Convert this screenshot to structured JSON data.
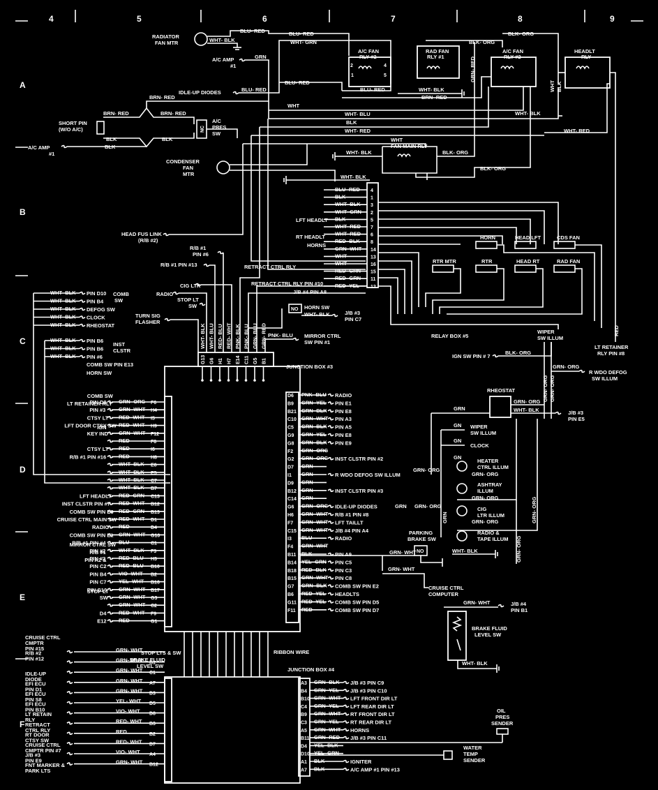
{
  "grid": {
    "columns": [
      "4",
      "5",
      "6",
      "7",
      "8",
      "9"
    ],
    "rows": [
      "A",
      "B",
      "C",
      "D",
      "E",
      "F"
    ]
  },
  "labels": {
    "radiator_fan_mtr": [
      "RADIATOR",
      "FAN MTR"
    ],
    "ac_amp_1_top": [
      "A/C AMP",
      "#1"
    ],
    "idle_up_diodes_top": "IDLE-UP DIODES",
    "short_pin": [
      "SHORT PIN",
      "(W/O A/C)"
    ],
    "ac_pres_sw": [
      "A/C",
      "PRES",
      "SW"
    ],
    "ac_amp_1_left": [
      "A/C AMP",
      "#1"
    ],
    "condenser_fan_mtr": [
      "CONDENSER",
      "FAN",
      "MTR"
    ],
    "ac_fan_rly_2_left": [
      "A/C FAN",
      "RLY #2"
    ],
    "rad_fan_rly_1": [
      "RAD FAN",
      "RLY #1"
    ],
    "ac_fan_rly_2_right": [
      "A/C FAN",
      "RLY #2"
    ],
    "headlt_rly": [
      "HEADLT",
      "RLY"
    ],
    "fan_main_rly": "FAN MAIN RLY",
    "head_fus_link": [
      "HEAD FUS LINK",
      "(R/B #2)"
    ],
    "rb1_pin6": [
      "R/B #1",
      "PIN #6"
    ],
    "rb1_pin13": "R/B #1 PIN #13",
    "cig_ltr": "CIG LTR",
    "radio_top": "RADIO",
    "stop_lt_sw": [
      "STOP LT",
      "SW"
    ],
    "turn_sig_flasher": [
      "TURN SIG",
      "FLASHER"
    ],
    "lft_headlt_relay": "LFT HEADLT",
    "rt_headlt_relay": "RT HEADLT",
    "horns_relay": "HORNS",
    "retract_ctrl_rly": "RETRACT CTRL RLY",
    "retract_ctrl_rly_pin10": "RETRACT CTRL RLY PIN #10",
    "jb4_pin_a8": "J/B #4 PIN A8",
    "horn_sw": "HORN SW",
    "jb3_pin_c7": [
      "J/B #3",
      "PIN C7"
    ],
    "mirror_ctrl_sw": [
      "MIRROR CTRL",
      "SW PIN #1"
    ],
    "relay_box_5": "RELAY BOX #5",
    "horn": "HORN",
    "head_lft": "HEAD LFT",
    "cds_fan": "CDS FAN",
    "rtr_mtr": "RTR MTR",
    "rtr": "RTR",
    "head_rt": "HEAD RT",
    "rad_fan": "RAD FAN",
    "wiper_sw_illum": [
      "WIPER",
      "SW ILLUM"
    ],
    "lt_retainer_rly": [
      "LT RETAINER",
      "RLY PIN #8"
    ],
    "ign_sw_pin7": "IGN SW PIN # 7",
    "r_wdo_defog": [
      "R WDO DEFOG",
      "SW ILLUM"
    ],
    "junction_box_3": "JUNCTION BOX #3",
    "junction_box_4": "JUNCTION BOX #4",
    "ribbon_wire": "RIBBON WIRE",
    "rheostat_right": "RHEOSTAT",
    "jb3_pin_e5": [
      "J/B #3",
      "PIN E5"
    ],
    "wiper_sw_illum_right": [
      "WIPER",
      "SW ILLUM"
    ],
    "clock_right": "CLOCK",
    "heater_ctrl_illum": [
      "HEATER",
      "CTRL ILLUM"
    ],
    "ashtray_illum": [
      "ASHTRAY",
      "ILLUM"
    ],
    "cig_ltr_illum": [
      "CIG",
      "LTR ILLUM"
    ],
    "radio_tape_illum": [
      "RADIO &",
      "TAPE ILLUM"
    ],
    "parking_brake_sw": [
      "PARKING",
      "BRAKE SW"
    ],
    "cruise_ctrl_computer": [
      "CRUISE CTRL",
      "COMPUTER"
    ],
    "jb4_pin_b1": [
      "J/B #4",
      "PIN B1"
    ],
    "brake_fluid_level_sw": [
      "BRAKE FLUID",
      "LEVEL SW"
    ],
    "oil_pres_sender": [
      "OIL",
      "PRES",
      "SENDER"
    ],
    "water_temp_sender": [
      "WATER",
      "TEMP",
      "SENDER"
    ],
    "comb_sw": "COMB",
    "comb_sw2": "SW",
    "inst_clstr": [
      "INST",
      "CLSTR"
    ],
    "comb_sw_pin_e13": "COMB SW PIN E13",
    "horn_sw_left": "HORN SW"
  },
  "left_top_pins": [
    {
      "wire": "WHT- BLK",
      "pin": "PIN D10"
    },
    {
      "wire": "WHT- BLK",
      "pin": "PIN B4"
    },
    {
      "wire": "WHT- BLK",
      "pin": "DEFOG SW"
    },
    {
      "wire": "WHT- BLK",
      "pin": "CLOCK"
    },
    {
      "wire": "WHT- BLK",
      "pin": "RHEOSTAT"
    }
  ],
  "left_inst_pins": [
    {
      "wire": "WHT- BLK",
      "pin": "PIN B6"
    },
    {
      "wire": "WHT- BLK",
      "pin": "PIN B6"
    },
    {
      "wire": "WHT- BLK",
      "pin": "PIN #6"
    }
  ],
  "top_wires": {
    "blu_red_1": "BLU- RED",
    "blu_red_2": "BLU- RED",
    "wht_blk_1": "WHT- BLK",
    "wht_grn": "WHT- GRN",
    "blk_org_1": "BLK- ORG",
    "blk_org_2": "BLK- ORG",
    "grn": "GRN",
    "brn_red_1": "BRN- RED",
    "brn_red_2": "BRN- RED",
    "brn_red_3": "BRN- RED",
    "blk_1": "BLK",
    "blk_2": "BLK",
    "blk_3": "BLK",
    "blu_red_3": "BLU- RED",
    "blu_red_4": "BLU- RED",
    "wht_blk_2": "WHT- BLK",
    "brn_red_4": "BRN- RED",
    "wht_1": "WHT",
    "wht_blu": "WHT- BLU",
    "wht_blk_3": "WHT- BLK",
    "blk_4": "BLK",
    "wht_red_1": "WHT- RED",
    "wht_red_2": "WHT- RED",
    "wht_2": "WHT",
    "wht_blk_4": "WHT- BLK",
    "blk_org_3": "BLK- ORG",
    "blk_org_4": "BLK- ORG",
    "wht_blk_5": "WHT- BLK",
    "blu_red_5": "BLU- RED",
    "grn_red_v": "GRN- RED",
    "wht_v": "WHT",
    "blk_v": "BLK"
  },
  "relay_box_pins": [
    {
      "pin": "4",
      "wire": "BLU- RED"
    },
    {
      "pin": "1",
      "wire": "BLK"
    },
    {
      "pin": "3",
      "wire": "WHT- BLK"
    },
    {
      "pin": "2",
      "wire": "WHT- GRN"
    },
    {
      "pin": "5",
      "wire": "BLK"
    },
    {
      "pin": "7",
      "wire": "WHT- RED"
    },
    {
      "pin": "6",
      "wire": "WHT- RED"
    },
    {
      "pin": "8",
      "wire": "RED- BLK"
    },
    {
      "pin": "14",
      "wire": "GRN- WHT"
    },
    {
      "pin": "13",
      "wire": "WHT"
    },
    {
      "pin": "16",
      "wire": "WHT"
    },
    {
      "pin": "15",
      "wire": "RED- GRN"
    },
    {
      "pin": "11",
      "wire": "RED- GRN"
    },
    {
      "pin": "12",
      "wire": "RED- YEL"
    }
  ],
  "jb3_top_connectors": [
    {
      "wire": "WHT- BLK",
      "pin": "G13"
    },
    {
      "wire": "WHT- BLU",
      "pin": "G6"
    },
    {
      "wire": "RED- BLU",
      "pin": "H1"
    },
    {
      "wire": "RED- WHT",
      "pin": "H7"
    },
    {
      "wire": "PNK- BLK",
      "pin": "E14"
    },
    {
      "wire": "PNK- BLU",
      "pin": "C11"
    },
    {
      "wire": "GRN- BLU",
      "pin": "G5"
    },
    {
      "wire": "GRN- RED",
      "pin": "B1"
    }
  ],
  "jb3_left_pins": [
    {
      "label": [
        "COMB SW",
        "PIN D8"
      ],
      "wire": "GRN- ORG",
      "pin": "F6"
    },
    {
      "label": [
        "LT RETAINER RLY",
        "PIN #3"
      ],
      "wire": "GRN- WHT",
      "pin": "H4"
    },
    {
      "label": [
        "CTSY LT"
      ],
      "wire": "RED- WHT",
      "pin": "I5"
    },
    {
      "label": [
        "LFT DOOR CTSY SW"
      ],
      "wire": "RED- WHT",
      "pin": "H9"
    },
    {
      "label": [
        "IGN",
        "KEY IND"
      ],
      "wire": "GRN- WHT",
      "pin": "F12"
    },
    {
      "label": [],
      "wire": "RED",
      "pin": "F8"
    },
    {
      "label": [
        "CTSY LT"
      ],
      "wire": "RED",
      "pin": "I6"
    },
    {
      "label": [
        "R/B #1 PIN #16"
      ],
      "wire": "RED",
      "pin": "H8"
    },
    {
      "label": [],
      "wire": "WHT- BLK",
      "pin": "E6"
    },
    {
      "label": [],
      "wire": "WHT- BLK",
      "pin": "E5"
    },
    {
      "label": [],
      "wire": "WHT- BLK",
      "pin": "C7"
    },
    {
      "label": [],
      "wire": "WHT- BLK",
      "pin": "B7"
    },
    {
      "label": [
        "LFT HEADLT"
      ],
      "wire": "RED- GRN",
      "pin": "C13"
    },
    {
      "label": [
        "INST CLSTR PIN #7"
      ],
      "wire": "RED- WHT",
      "pin": "B12"
    },
    {
      "label": [
        "COMB SW PIN E6"
      ],
      "wire": "RED- GRN",
      "pin": "B13"
    },
    {
      "label": [
        "CRUISE CTRL MAIN SW"
      ],
      "wire": "RED- WHT",
      "pin": "D1"
    },
    {
      "label": [
        "RADIO"
      ],
      "wire": "RED",
      "pin": "D4"
    },
    {
      "label": [
        "COMB SW PIN E1"
      ],
      "wire": "GRN- WHT",
      "pin": "G10"
    },
    {
      "label": [
        "R/B #1 PIN #4"
      ],
      "wire": "BLU",
      "pin": "C1"
    },
    {
      "label": [
        "MIRROR CTRL SW",
        "PIN #2"
      ],
      "wire": "WHT- BLK",
      "pin": "F3"
    },
    {
      "label": [
        "R/B #1",
        "PIN #2"
      ],
      "wire": "RED- BLU",
      "pin": "H3"
    },
    {
      "label": [
        "PIN A2 &",
        "PIN C2"
      ],
      "wire": "RED- BLU",
      "pin": "B10"
    },
    {
      "label": [
        "PIN B4"
      ],
      "wire": "VIO- WHT",
      "pin": "B2"
    },
    {
      "label": [
        "PIN C7"
      ],
      "wire": "YEL- WHT",
      "pin": "B16"
    },
    {
      "label": [
        "PIN C10"
      ],
      "wire": "GRN- WHT",
      "pin": "B17"
    },
    {
      "label": [
        "STOP LT",
        "SW"
      ],
      "wire": "GRN- WHT",
      "pin": "G3"
    },
    {
      "label": [],
      "wire": "GRN- WHT",
      "pin": "C2"
    },
    {
      "label": [
        "D4"
      ],
      "wire": "RED- WHT",
      "pin": "F9"
    },
    {
      "label": [
        "E12"
      ],
      "wire": "RED",
      "pin": "G1"
    }
  ],
  "jb3_right_pins": [
    {
      "pin": "D6",
      "wire": "PNK- BLU",
      "label": "RADIO"
    },
    {
      "pin": "B9",
      "wire": "GRN- YEL",
      "label": "PIN E1"
    },
    {
      "pin": "B21",
      "wire": "GRN- BLK",
      "label": "PIN E8"
    },
    {
      "pin": "C10",
      "wire": "GRN- WHT",
      "label": "PIN A3"
    },
    {
      "pin": "C5",
      "wire": "GRN- BLK",
      "label": "PIN A5"
    },
    {
      "pin": "G9",
      "wire": "GRN- YEL",
      "label": "PIN E8"
    },
    {
      "pin": "G8",
      "wire": "GRN- BLK",
      "label": "PIN E9"
    },
    {
      "pin": "F2",
      "wire": "GRN- ORG",
      "label": ""
    },
    {
      "pin": "G2",
      "wire": "GRN- ORG",
      "label": "INST CLSTR  PIN #2"
    },
    {
      "pin": "D7",
      "wire": "GRN",
      "label": ""
    },
    {
      "pin": "I1",
      "wire": "GRN",
      "label": "R WDO DEFOG SW ILLUM"
    },
    {
      "pin": "D9",
      "wire": "GRN",
      "label": ""
    },
    {
      "pin": "B12",
      "wire": "GRN",
      "label": "INST CLSTR  PIN #3"
    },
    {
      "pin": "C14",
      "wire": "GRN",
      "label": ""
    },
    {
      "pin": "G6",
      "wire": "GRN- ORG",
      "label": "IDLE-UP DIODES"
    },
    {
      "pin": "H6",
      "wire": "GRN- WHT",
      "label": "R/B #1 PIN #8"
    },
    {
      "pin": "F7",
      "wire": "GRN- WHT",
      "label": "LFT TAILLT"
    },
    {
      "pin": "C15",
      "wire": "GRN- WHT",
      "label": "J/B #4 PIN A4"
    },
    {
      "pin": "I3",
      "wire": "BLU",
      "label": "RADIO"
    },
    {
      "pin": "F4",
      "wire": "GRN- WHT",
      "label": ""
    },
    {
      "pin": "B11",
      "wire": "BLK",
      "label": "PIN A9"
    },
    {
      "pin": "B14",
      "wire": "YEL- GRN",
      "label": "PIN C5"
    },
    {
      "pin": "B18",
      "wire": "RED- BLK",
      "label": "PIN C3"
    },
    {
      "pin": "B15",
      "wire": "GRN- WHT",
      "label": "PIN C8"
    },
    {
      "pin": "G7",
      "wire": "GRN- BLK",
      "label": "COMB SW PIN E2"
    },
    {
      "pin": "B6",
      "wire": "RED- YEL",
      "label": "HEADLTS"
    },
    {
      "pin": "G11",
      "wire": "RED- YEL",
      "label": "COMB SW PIN D5"
    },
    {
      "pin": "F11",
      "wire": "RED",
      "label": "COMB SW PIN D7"
    }
  ],
  "jb4_left_pins": [
    {
      "label": [
        "CRUISE CTRL",
        "CMPTR",
        "PIN #15"
      ],
      "wire": "GRN- WHT",
      "pin": ""
    },
    {
      "label": [
        "R/B #2",
        "PIN #12"
      ],
      "wire": "GRN- WHT",
      "pin": "B1"
    },
    {
      "label": [],
      "wire": "GRN- WHT",
      "pin": "C1"
    },
    {
      "label": [
        "IDLE-UP",
        "DIODE"
      ],
      "wire": "GRN- WHT",
      "pin": "A7"
    },
    {
      "label": [
        "EFI ECU",
        "PIN D1"
      ],
      "wire": "GRN- WHT",
      "pin": "D3"
    },
    {
      "label": [
        "EFI ECU",
        "PIN S8"
      ],
      "wire": "YEL- WHT",
      "pin": "D5"
    },
    {
      "label": [
        "EFI ECU",
        "PIN B10"
      ],
      "wire": "VIO- WHT",
      "pin": "D8"
    },
    {
      "label": [
        "LT RETAIN",
        "RLY"
      ],
      "wire": "RED- WHT",
      "pin": "B3"
    },
    {
      "label": [
        "RETRACT",
        "CTRL RLY"
      ],
      "wire": "RED",
      "pin": "B2"
    },
    {
      "label": [
        "RT DOOR",
        "CTSY SW"
      ],
      "wire": "RED- WHT",
      "pin": "D7"
    },
    {
      "label": [
        "CRUISE CTRL",
        "CMPTR PIN #7"
      ],
      "wire": "VIO- WHT",
      "pin": "A4"
    },
    {
      "label": [
        "J/B #3",
        "PIN E9"
      ],
      "wire": "GRN- WHT",
      "pin": "B12"
    },
    {
      "label": [
        "FNT MARKER &",
        "PARK LTS"
      ],
      "wire": "",
      "pin": ""
    }
  ],
  "jb4_right_pins": [
    {
      "pin": "A3",
      "wire": "GRN- BLK",
      "label": "J/B #3 PIN C9"
    },
    {
      "pin": "B4",
      "wire": "GRN- YEL",
      "label": "J/B #3 PIN C10"
    },
    {
      "pin": "B10",
      "wire": "GRN- WHT",
      "label": "LFT FRONT DIR LT"
    },
    {
      "pin": "C4",
      "wire": "GRN- YEL",
      "label": "LFT REAR DIR LT"
    },
    {
      "pin": "B9",
      "wire": "GRN- WHT",
      "label": "RT FRONT DIR LT"
    },
    {
      "pin": "C3",
      "wire": "GRN- YEL",
      "label": "RT REAR DIR LT"
    },
    {
      "pin": "A5",
      "wire": "GRN- WHT",
      "label": "HORNS"
    },
    {
      "pin": "B11",
      "wire": "GRN- RED",
      "label": "J/B #3 PIN C11"
    },
    {
      "pin": "D4",
      "wire": "YEL- BLK",
      "label": ""
    },
    {
      "pin": "D10",
      "wire": "YEL- GRN",
      "label": ""
    },
    {
      "pin": "A1",
      "wire": "BLK",
      "label": "IGNITER"
    },
    {
      "pin": "A7",
      "wire": "BLK",
      "label": "A/C AMP #1 PIN #13"
    }
  ],
  "right_illum_wires": {
    "grn_org_1": "GRN- ORG",
    "blk_org_r": "BLK- ORG",
    "grn_org_2": "GRN- ORG",
    "grn_org_3": "GRN- ORG",
    "grn": "GRN",
    "wht_blk": "WHT- BLK",
    "gn1": "GN",
    "gn2": "GN",
    "gn3": "GN",
    "grn_org_4": "GRN- ORG",
    "grn_org_5": "GRN- ORG",
    "grn_org_6": "GRN- ORG",
    "grn_org_7": "GRN- ORG",
    "grn_org_v1": "GRN- ORG",
    "grn_org_v2": "GRN- ORG",
    "grn_org_v3": "GRN- ORG",
    "wht_blk_2": "WHT- BLK",
    "grn_wht_p": "GRN- WHT",
    "grn_wht_p2": "GRN- WHT",
    "grn_wht_b": "GRN- WHT",
    "wht_blk_b": "WHT- BLK",
    "grn_r": "GRN",
    "grn_r2": "GRN",
    "grn_org_rv": "GRN- ORG",
    "red_v": "RED"
  },
  "misc": {
    "no_horn": "NO",
    "no_park": "NO",
    "nc": "NC",
    "fan_relay_pins": [
      "1",
      "2",
      "3",
      "4",
      "5"
    ],
    "inst_clstr_jb3": [
      "INST",
      "CLSTR"
    ],
    "jb4_text": "J/B #4",
    "comb_sw_right": "COMB SW",
    "inst_clstr_right2": [
      "INST",
      "CLSTR"
    ],
    "comb_sw_pins_left": [
      "COMB",
      "SW",
      "PINS"
    ],
    "jb3_pin_e9_left": "J/B #3",
    "inst_left": [
      "INST",
      "CLSTR"
    ],
    "brake_fluid_top": [
      "BRAKE FLUID",
      "LEVEL SW"
    ],
    "stop_lts_sw": "STOP LTS & SW",
    "grn_wht_ribbon": "GRN- WHT"
  }
}
